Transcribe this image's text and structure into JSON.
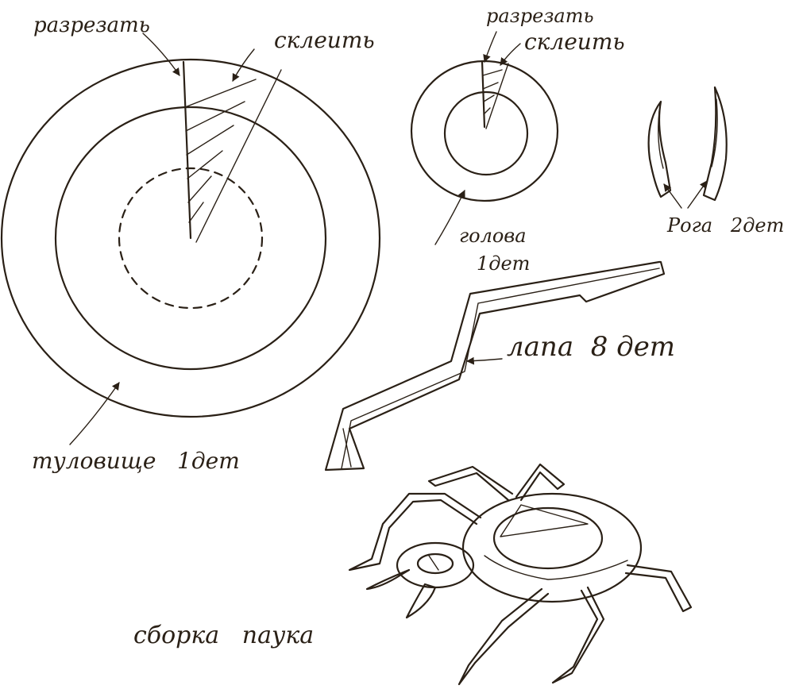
{
  "labels": {
    "body_cut": "разрезать",
    "body_glue": "склеить",
    "head_cut": "разрезать",
    "head_glue": "склеить",
    "head_name": "голова",
    "head_count": "1дет",
    "horns": "Рога   2дет",
    "leg": "лапа  8 дет",
    "body_name": "туловище   1дет",
    "assembly": "сборка   паука"
  }
}
